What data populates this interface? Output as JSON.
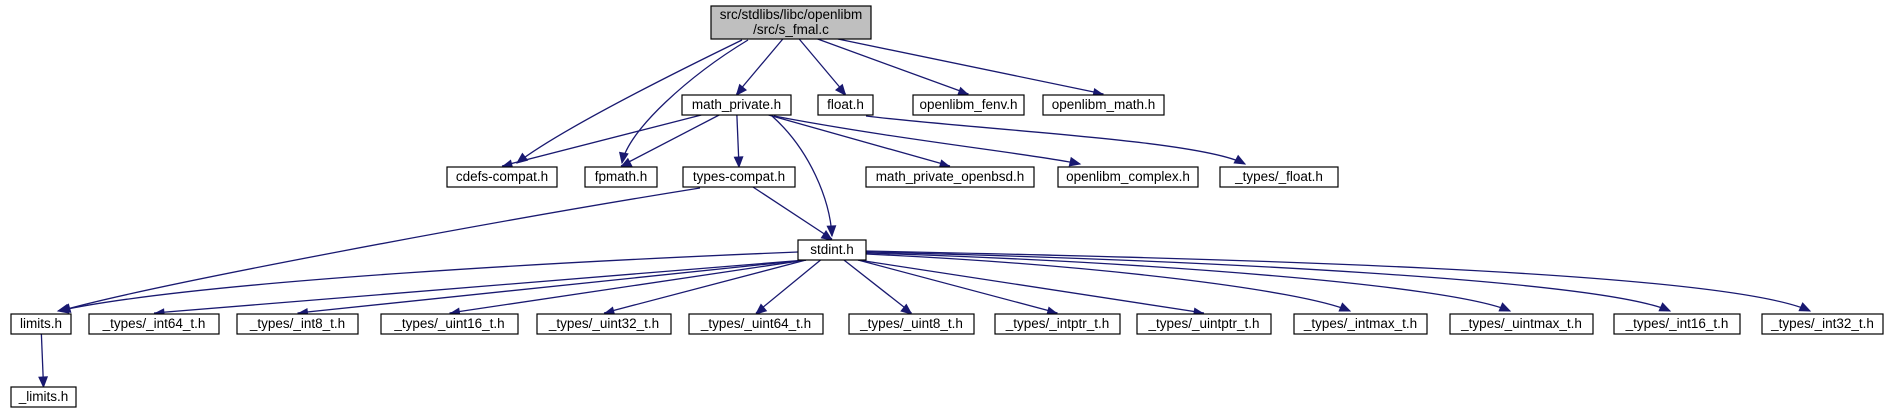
{
  "graph": {
    "nodes": {
      "root": [
        "src/stdlibs/libc/openlibm",
        "/src/s_fmal.c"
      ],
      "math_private": [
        "math_private.h"
      ],
      "float": [
        "float.h"
      ],
      "openlibm_fenv": [
        "openlibm_fenv.h"
      ],
      "openlibm_math": [
        "openlibm_math.h"
      ],
      "cdefs_compat": [
        "cdefs-compat.h"
      ],
      "fpmath": [
        "fpmath.h"
      ],
      "types_compat": [
        "types-compat.h"
      ],
      "math_private_openbsd": [
        "math_private_openbsd.h"
      ],
      "openlibm_complex": [
        "openlibm_complex.h"
      ],
      "types_float": [
        "_types/_float.h"
      ],
      "stdint": [
        "stdint.h"
      ],
      "limits": [
        "limits.h"
      ],
      "types_int64": [
        "_types/_int64_t.h"
      ],
      "types_int8": [
        "_types/_int8_t.h"
      ],
      "types_uint16": [
        "_types/_uint16_t.h"
      ],
      "types_uint32": [
        "_types/_uint32_t.h"
      ],
      "types_uint64": [
        "_types/_uint64_t.h"
      ],
      "types_uint8": [
        "_types/_uint8_t.h"
      ],
      "types_intptr": [
        "_types/_intptr_t.h"
      ],
      "types_uintptr": [
        "_types/_uintptr_t.h"
      ],
      "types_intmax": [
        "_types/_intmax_t.h"
      ],
      "types_uintmax": [
        "_types/_uintmax_t.h"
      ],
      "types_int16": [
        "_types/_int16_t.h"
      ],
      "types_int32": [
        "_types/_int32_t.h"
      ],
      "_limits": [
        "_limits.h"
      ]
    },
    "edges": [
      [
        "root",
        "math_private"
      ],
      [
        "root",
        "float"
      ],
      [
        "root",
        "openlibm_fenv"
      ],
      [
        "root",
        "openlibm_math"
      ],
      [
        "root",
        "cdefs_compat"
      ],
      [
        "root",
        "fpmath"
      ],
      [
        "math_private",
        "cdefs_compat"
      ],
      [
        "math_private",
        "fpmath"
      ],
      [
        "math_private",
        "types_compat"
      ],
      [
        "math_private",
        "stdint"
      ],
      [
        "math_private",
        "math_private_openbsd"
      ],
      [
        "math_private",
        "openlibm_complex"
      ],
      [
        "float",
        "types_float"
      ],
      [
        "types_compat",
        "stdint"
      ],
      [
        "types_compat",
        "limits"
      ],
      [
        "stdint",
        "limits"
      ],
      [
        "stdint",
        "types_int64"
      ],
      [
        "stdint",
        "types_int8"
      ],
      [
        "stdint",
        "types_uint16"
      ],
      [
        "stdint",
        "types_uint32"
      ],
      [
        "stdint",
        "types_uint64"
      ],
      [
        "stdint",
        "types_uint8"
      ],
      [
        "stdint",
        "types_intptr"
      ],
      [
        "stdint",
        "types_uintptr"
      ],
      [
        "stdint",
        "types_intmax"
      ],
      [
        "stdint",
        "types_uintmax"
      ],
      [
        "stdint",
        "types_int16"
      ],
      [
        "stdint",
        "types_int32"
      ],
      [
        "limits",
        "_limits"
      ]
    ]
  }
}
